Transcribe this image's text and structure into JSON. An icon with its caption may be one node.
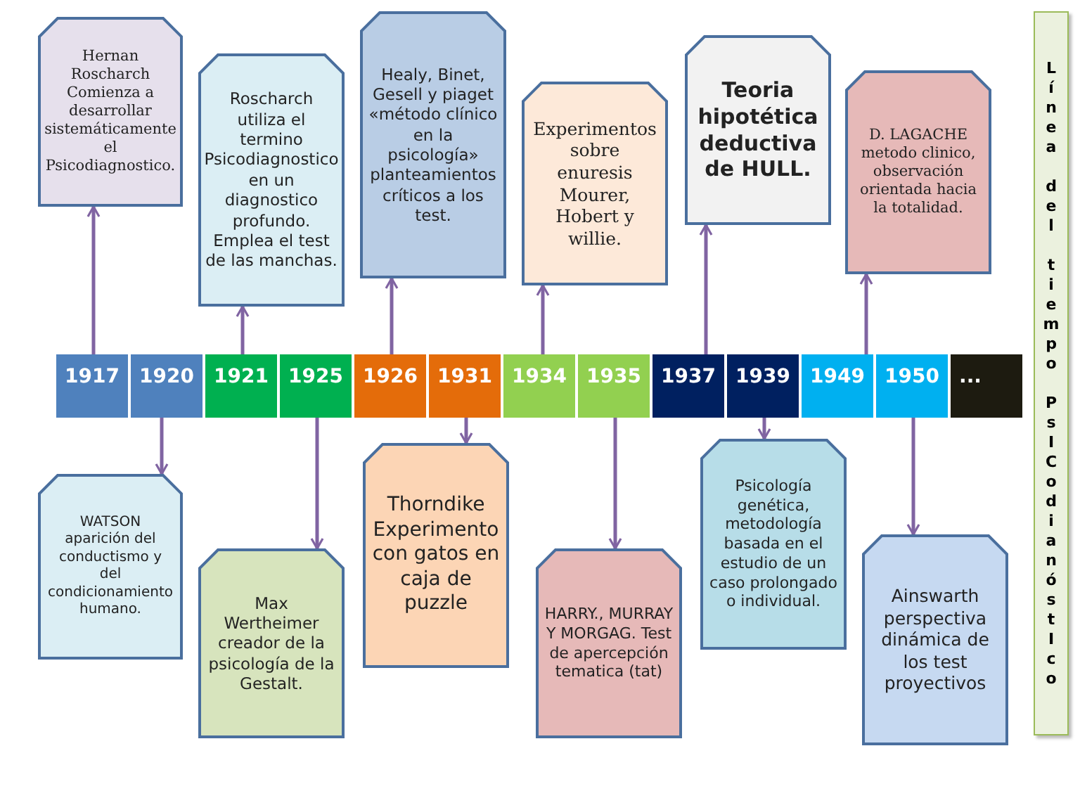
{
  "diagram": {
    "title": "Línea del tiempo PsICodianóstIco",
    "nodes": [
      {
        "text": [
          "Hernan Roscharch Comienza a desarrollar sistemáticamente el Psicodiagnostico."
        ]
      },
      {
        "text": [
          "Roscharch utiliza el termino Psicodiagnostico en un diagnostico profundo. Emplea el test de las manchas."
        ]
      },
      {
        "text": [
          "Healy, Binet, Gesell y piaget «método clínico en la psicología» planteamientos críticos a los test."
        ]
      },
      {
        "text": [
          "Experimentos sobre enuresis Mourer, Hobert y willie."
        ]
      },
      {
        "text": [
          "Teoria hipotética deductiva de HULL."
        ]
      },
      {
        "text": [
          "D. LAGACHE metodo clinico, observación orientada hacia la totalidad."
        ]
      },
      {
        "text": [
          "1917"
        ]
      },
      {
        "text": [
          "1920"
        ]
      },
      {
        "text": [
          "1921"
        ]
      },
      {
        "text": [
          "1925"
        ]
      },
      {
        "text": [
          "1926"
        ]
      },
      {
        "text": [
          "1931"
        ]
      },
      {
        "text": [
          "1934"
        ]
      },
      {
        "text": [
          "1935"
        ]
      },
      {
        "text": [
          "1937"
        ]
      },
      {
        "text": [
          "1939"
        ]
      },
      {
        "text": [
          "1949"
        ]
      },
      {
        "text": [
          "1950"
        ]
      },
      {
        "text": [
          "..."
        ]
      },
      {
        "text": [
          "WATSON aparición del conductismo y del condicionamiento humano."
        ]
      },
      {
        "text": [
          "Max Wertheimer creador de la psicología de la Gestalt."
        ]
      },
      {
        "text": [
          "Thorndike Experimento con gatos en caja de puzzle"
        ]
      },
      {
        "text": [
          "HARRY., MURRAY Y MORGAG. Test de apercepción tematica (tat)"
        ]
      },
      {
        "text": [
          "Psicología genética, metodología basada en el estudio de un caso prolongado o individual."
        ]
      },
      {
        "text": [
          "Ainswarth perspectiva dinámica de los test proyectivos"
        ]
      }
    ],
    "edges": [
      {
        "from": 6,
        "to": 0,
        "arrow": "to"
      },
      {
        "from": 8,
        "to": 1,
        "arrow": "to"
      },
      {
        "from": 10,
        "to": 2,
        "arrow": "to"
      },
      {
        "from": 12,
        "to": 3,
        "arrow": "to"
      },
      {
        "from": 14,
        "to": 4,
        "arrow": "to"
      },
      {
        "from": 16,
        "to": 5,
        "arrow": "to"
      },
      {
        "from": 7,
        "to": 19,
        "arrow": "to"
      },
      {
        "from": 9,
        "to": 20,
        "arrow": "to"
      },
      {
        "from": 11,
        "to": 21,
        "arrow": "to"
      },
      {
        "from": 13,
        "to": 22,
        "arrow": "to"
      },
      {
        "from": 15,
        "to": 23,
        "arrow": "to"
      },
      {
        "from": 17,
        "to": 24,
        "arrow": "to"
      }
    ]
  }
}
